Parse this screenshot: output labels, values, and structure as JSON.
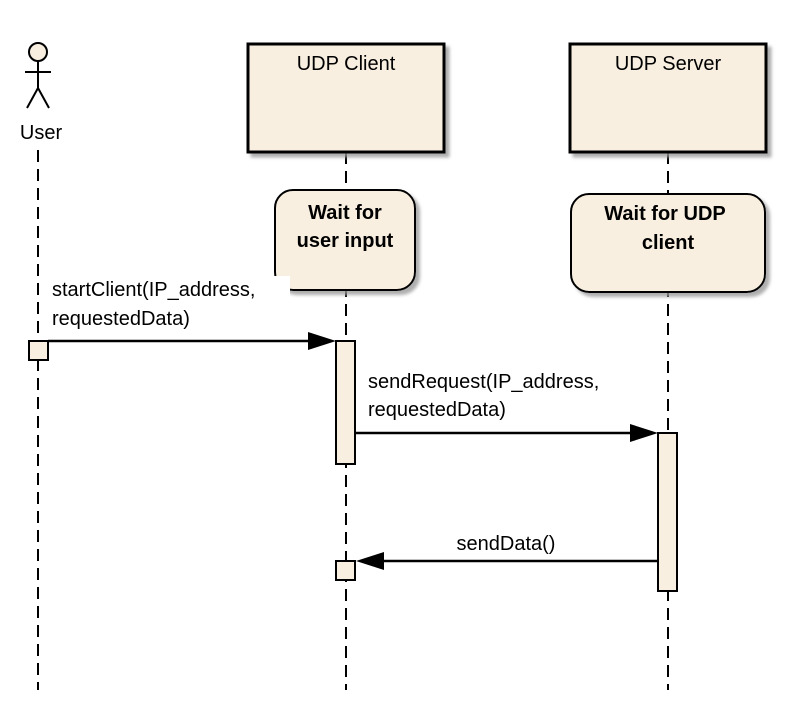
{
  "colors": {
    "fill": "#f8efe0",
    "stroke": "#000000",
    "shadow": "#9a9a9a"
  },
  "actor": {
    "name": "User"
  },
  "lifelines": [
    {
      "name": "UDP Client"
    },
    {
      "name": "UDP Server"
    }
  ],
  "states": [
    {
      "line1": "Wait for",
      "line2": "user input"
    },
    {
      "line1": "Wait for UDP",
      "line2": "client"
    }
  ],
  "messages": [
    {
      "line1": "startClient(IP_address,",
      "line2": "requestedData)"
    },
    {
      "line1": "sendRequest(IP_address,",
      "line2": "requestedData)"
    },
    {
      "line1": "sendData()"
    }
  ]
}
